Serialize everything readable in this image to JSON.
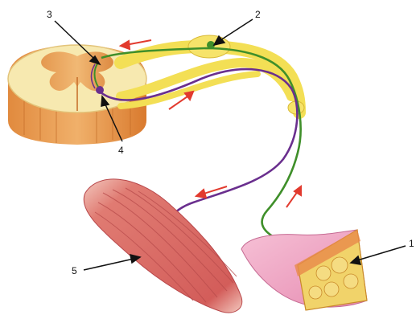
{
  "labels": [
    {
      "id": "label-1",
      "text": "1",
      "target": "receptor-in-skin"
    },
    {
      "id": "label-2",
      "text": "2",
      "target": "sensory-neuron-body-in-ganglion"
    },
    {
      "id": "label-3",
      "text": "3",
      "target": "interneuron-in-spinal-cord"
    },
    {
      "id": "label-4",
      "text": "4",
      "target": "motor-neuron-body"
    },
    {
      "id": "label-5",
      "text": "5",
      "target": "muscle-effector"
    }
  ],
  "colors": {
    "nerve_yellow": "#f3df55",
    "sensory_green": "#3f8f2a",
    "motor_purple": "#6a2f8e",
    "arrow_red": "#e23a2e",
    "spinal_orange": "#e9a25f",
    "grey_matter": "#e8b57b",
    "muscle_red": "#d96a6a",
    "skin_pink": "#f2a8c4",
    "fat_yellow": "#f1d36a"
  }
}
